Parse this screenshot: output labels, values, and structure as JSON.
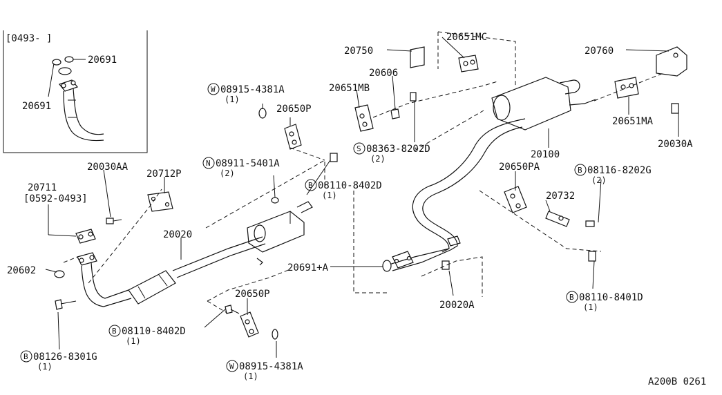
{
  "inset": {
    "range_label": "[0493-    ]",
    "callouts": [
      "20691",
      "20691"
    ]
  },
  "drawing_id": "A200B 0261",
  "parts": [
    {
      "key": "p20750",
      "number": "20750"
    },
    {
      "key": "p20651MC",
      "number": "20651MC"
    },
    {
      "key": "p20760",
      "number": "20760"
    },
    {
      "key": "p20606",
      "number": "20606"
    },
    {
      "key": "p20651MB",
      "number": "20651MB"
    },
    {
      "key": "p20651MA",
      "number": "20651MA"
    },
    {
      "key": "p20030A",
      "number": "20030A"
    },
    {
      "key": "p20650P_top",
      "number": "20650P"
    },
    {
      "key": "p20100",
      "number": "20100"
    },
    {
      "key": "p20030AA",
      "number": "20030AA"
    },
    {
      "key": "p20712P",
      "number": "20712P"
    },
    {
      "key": "p20711",
      "number": "20711",
      "note": "[0592-0493]"
    },
    {
      "key": "p20650PA",
      "number": "20650PA"
    },
    {
      "key": "p20732",
      "number": "20732"
    },
    {
      "key": "p20020",
      "number": "20020"
    },
    {
      "key": "p20602",
      "number": "20602"
    },
    {
      "key": "p20691A",
      "number": "20691+A"
    },
    {
      "key": "p20020A",
      "number": "20020A"
    },
    {
      "key": "p20650P_bot",
      "number": "20650P"
    }
  ],
  "fasteners": [
    {
      "key": "w1",
      "prefix": "W",
      "number": "08915-4381A",
      "qty": "(1)"
    },
    {
      "key": "n1",
      "prefix": "N",
      "number": "08911-5401A",
      "qty": "(2)"
    },
    {
      "key": "b1",
      "prefix": "B",
      "number": "08110-8402D",
      "qty": "(1)"
    },
    {
      "key": "s1",
      "prefix": "S",
      "number": "08363-8202D",
      "qty": "(2)"
    },
    {
      "key": "b2",
      "prefix": "B",
      "number": "08116-8202G",
      "qty": "(2)"
    },
    {
      "key": "b3",
      "prefix": "B",
      "number": "08110-8401D",
      "qty": "(1)"
    },
    {
      "key": "b4",
      "prefix": "B",
      "number": "08110-8402D",
      "qty": "(1)"
    },
    {
      "key": "b5",
      "prefix": "B",
      "number": "08126-8301G",
      "qty": "(1)"
    },
    {
      "key": "w2",
      "prefix": "W",
      "number": "08915-4381A",
      "qty": "(1)"
    }
  ]
}
